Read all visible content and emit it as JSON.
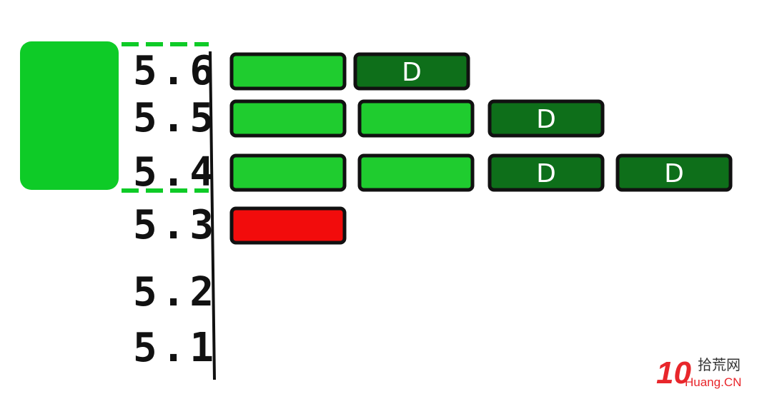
{
  "colors": {
    "zone_green": "#0ecb27",
    "bright_green": "#1fcc2f",
    "dark_green": "#0e6f1a",
    "red": "#f20c0c",
    "outline": "#111111"
  },
  "zone": {
    "top_price": "5.6",
    "bottom_price": "5.4"
  },
  "price_levels": [
    {
      "price": "5.6",
      "blocks": [
        {
          "fill": "bright_green",
          "mark": ""
        },
        {
          "fill": "dark_green",
          "mark": "D"
        }
      ]
    },
    {
      "price": "5.5",
      "blocks": [
        {
          "fill": "bright_green",
          "mark": ""
        },
        {
          "fill": "bright_green",
          "mark": ""
        },
        {
          "fill": "dark_green",
          "mark": "D"
        }
      ]
    },
    {
      "price": "5.4",
      "blocks": [
        {
          "fill": "bright_green",
          "mark": ""
        },
        {
          "fill": "bright_green",
          "mark": ""
        },
        {
          "fill": "dark_green",
          "mark": "D"
        },
        {
          "fill": "dark_green",
          "mark": "D"
        }
      ]
    },
    {
      "price": "5.3",
      "blocks": [
        {
          "fill": "red",
          "mark": ""
        }
      ]
    },
    {
      "price": "5.2",
      "blocks": []
    },
    {
      "price": "5.1",
      "blocks": []
    }
  ],
  "watermark": {
    "number": "10",
    "cn": "拾荒网",
    "en": "Huang.CN"
  }
}
